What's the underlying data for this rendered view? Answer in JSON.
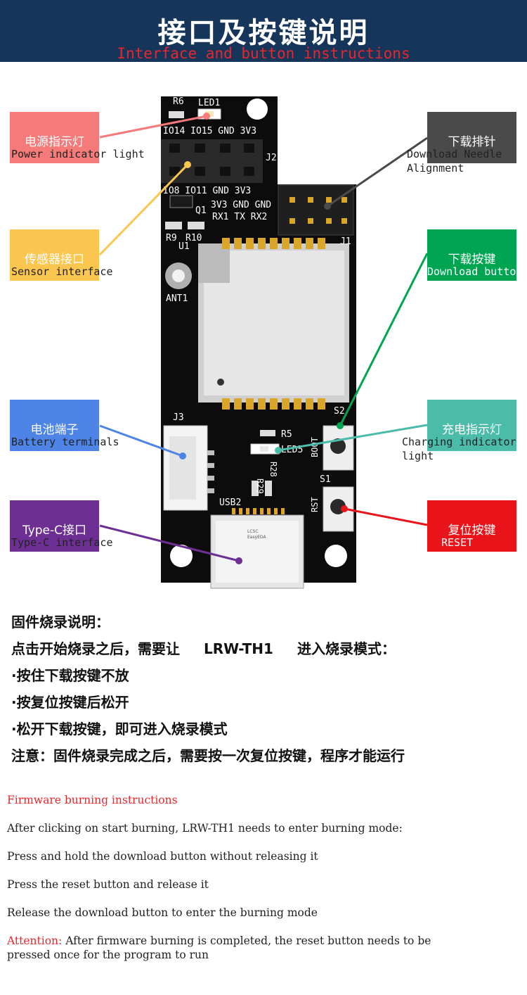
{
  "header": {
    "title": "接口及按键说明",
    "subtitle": "Interface and button instructions"
  },
  "callouts": [
    {
      "cn": "电源指示灯",
      "en": "Power indicator light",
      "color": "#f47b79"
    },
    {
      "cn": "传感器接口",
      "en": "Sensor interface",
      "color": "#fbc650"
    },
    {
      "cn": "电池端子",
      "en": "Battery terminals",
      "color": "#4d84e6"
    },
    {
      "cn": "Type-C接口",
      "en": "Type-C interface",
      "color": "#6e2f95"
    },
    {
      "cn": "下载排针",
      "en1": "Download Needle",
      "en2": "Alignment",
      "color": "#4a4a4a"
    },
    {
      "cn": "下载按键",
      "en": "Download button",
      "color": "#00a551"
    },
    {
      "cn": "充电指示灯",
      "en1": "Charging indicator",
      "en2": "light",
      "color": "#4cbcaa"
    },
    {
      "cn": "复位按键",
      "en": "RESET",
      "color": "#e8141a"
    }
  ],
  "board": {
    "silkscreen": {
      "r6": "R6",
      "led1": "LED1",
      "top_pins": "IO14 IO15 GND 3V3",
      "j2": "J2",
      "bottom_pins": "IO8 IO11 GND 3V3",
      "q1": "Q1",
      "pins_row1": "3V3 GND GND",
      "pins_row2": "RX1 TX RX2",
      "r9": "R9",
      "r10": "R10",
      "u1": "U1",
      "j1": "J1",
      "ant1": "ANT1",
      "j3": "J3",
      "s2": "S2",
      "r5": "R5",
      "led5": "LED5",
      "boot": "BOOT",
      "r29": "R29",
      "r28": "R28",
      "s1": "S1",
      "rst": "RST",
      "usb2": "USB2",
      "chip_logo_1": "LCSC",
      "chip_logo_2": "EasyEDA"
    }
  },
  "instructions_cn": {
    "title": "固件烧录说明：",
    "intro_prefix": "点击开始烧录之后，需要让",
    "product": "LRW-TH1",
    "intro_suffix": "进入烧录模式：",
    "step1": "·按住下载按键不放",
    "step2": "·按复位按键后松开",
    "step3": "·松开下载按键，即可进入烧录模式",
    "note": "注意：固件烧录完成之后，需要按一次复位按键，程序才能运行"
  },
  "instructions_en": {
    "title": "Firmware burning instructions",
    "intro": "After clicking on start burning, LRW-TH1 needs to enter burning mode:",
    "step1": "Press and hold the download button without releasing it",
    "step2": "Press the reset button and release it",
    "step3": "Release the download button to enter the burning mode",
    "attention_label": "Attention:",
    "attention_text1": " After firmware burning is completed, the reset button needs to be",
    "attention_text2": "pressed once for the program to run"
  }
}
